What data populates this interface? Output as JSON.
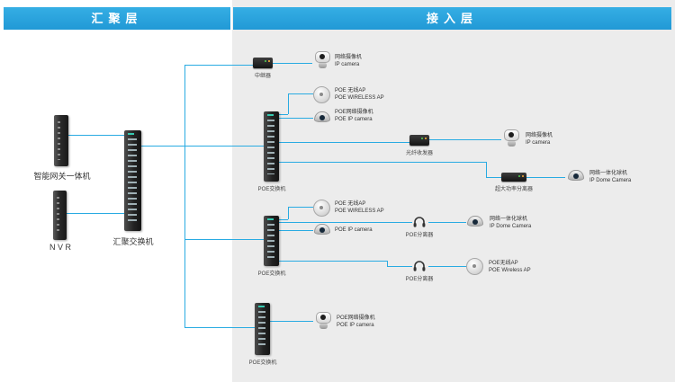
{
  "headers": {
    "aggregation": "汇聚层",
    "access": "接入层"
  },
  "colors": {
    "accent": "#29ABE2",
    "header_blue": "#2BA6DF",
    "panel_gray": "#ECECEC"
  },
  "core": {
    "gateway": "智能网关一体机",
    "nvr": "N V R",
    "agg_switch": "汇聚交换机"
  },
  "labels": {
    "poe_switch_1": "POE交换机",
    "poe_switch_2": "POE交换机",
    "poe_switch_3": "POE交换机",
    "repeater": "中继器",
    "fiber_converter": "光纤收发器",
    "power_splitter": "超大功率分离器",
    "poe_splitter_1": "POE分离器",
    "poe_splitter_2": "POE分离器"
  },
  "endpoints": {
    "cam_top": {
      "line1": "网络摄像机",
      "line2": "IP camera"
    },
    "ap1": {
      "line1": "POE 无线AP",
      "line2": "POE WIRELESS AP"
    },
    "dome1": {
      "line1": "POE网络摄像机",
      "line2": "POE IP camera"
    },
    "cam_mid": {
      "line1": "网络摄像机",
      "line2": "IP camera"
    },
    "dome_right": {
      "line1": "网络一体化球机",
      "line2": "IP Dome Camera"
    },
    "ap2": {
      "line1": "POE 无线AP",
      "line2": "POE WIRELESS AP"
    },
    "dome2": {
      "line1": "POE IP camera"
    },
    "dome3": {
      "line1": "网络一体化球机",
      "line2": "IP Dome Camera"
    },
    "ap3": {
      "line1": "POE无线AP",
      "line2": "POE Wireless AP"
    },
    "cam_bottom": {
      "line1": "POE网络摄像机",
      "line2": "POE IP camera"
    }
  }
}
